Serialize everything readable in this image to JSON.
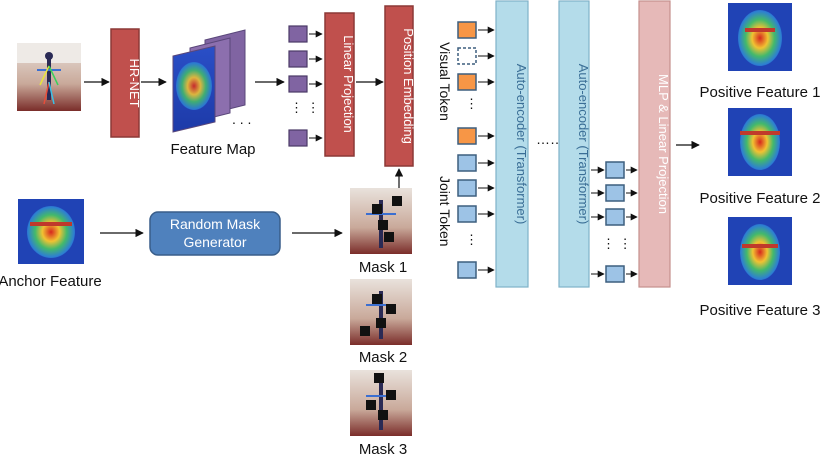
{
  "inputs": {
    "anchor_label": "Anchor Feature",
    "feature_map_label": "Feature Map"
  },
  "blocks": {
    "hrnet": "HR-NET",
    "linear_projection": "Linear Projection",
    "position_embedding": "Position Embedding",
    "random_mask_line1": "Random Mask",
    "random_mask_line2": "Generator",
    "autoencoder_1": "Auto-encoder (Transformer)",
    "autoencoder_2": "Auto-encoder (Transformer)",
    "mlp": "MLP & Linear Projection"
  },
  "tokens": {
    "visual": "Visual Token",
    "joint": "Joint Token"
  },
  "masks": [
    "Mask 1",
    "Mask 2",
    "Mask 3"
  ],
  "outputs": [
    "Positive Feature 1",
    "Positive Feature 2",
    "Positive Feature 3"
  ],
  "ellipsis": "……",
  "colors": {
    "red_block": "#c0504d",
    "purple_token": "#8064a2",
    "orange_token": "#f79646",
    "blue_token": "#9dc3e6",
    "autoencoder_fill": "#b4dcea",
    "mlp_fill": "#e6b9b8",
    "generator_fill": "#4f81bd"
  }
}
